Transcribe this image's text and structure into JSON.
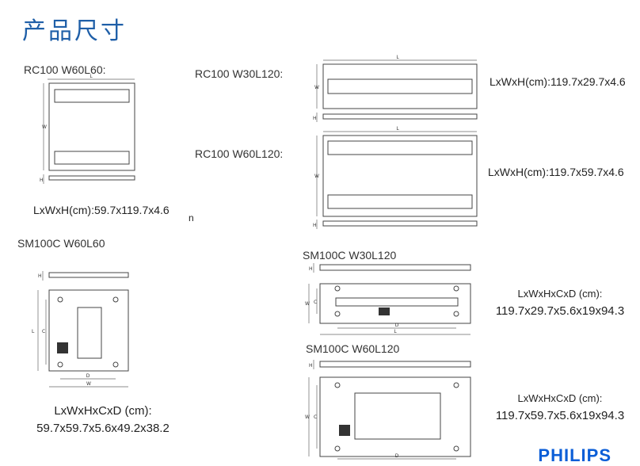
{
  "page": {
    "title": "产品尺寸",
    "logo": "PHILIPS",
    "stray_mark": "n"
  },
  "products": [
    {
      "model": "RC100 W60L60:",
      "dimensions": "LxWxH(cm):59.7x119.7x4.6"
    },
    {
      "model": "RC100 W30L120:",
      "dimensions": "LxWxH(cm):119.7x29.7x4.6"
    },
    {
      "model": "RC100 W60L120:",
      "dimensions": "LxWxH(cm):119.7x59.7x4.6"
    },
    {
      "model": "SM100C W60L60",
      "dimensions_label": "LxWxHxCxD (cm):",
      "dimensions_value": "59.7x59.7x5.6x49.2x38.2"
    },
    {
      "model": "SM100C W30L120",
      "dimensions_label": "LxWxHxCxD (cm):",
      "dimensions_value": "119.7x29.7x5.6x19x94.3"
    },
    {
      "model": "SM100C W60L120",
      "dimensions_label": "LxWxHxCxD (cm):",
      "dimensions_value": "119.7x59.7x5.6x19x94.3"
    }
  ],
  "drawing_labels": {
    "L": "L",
    "W": "W",
    "H": "H",
    "C": "C",
    "D": "D"
  }
}
